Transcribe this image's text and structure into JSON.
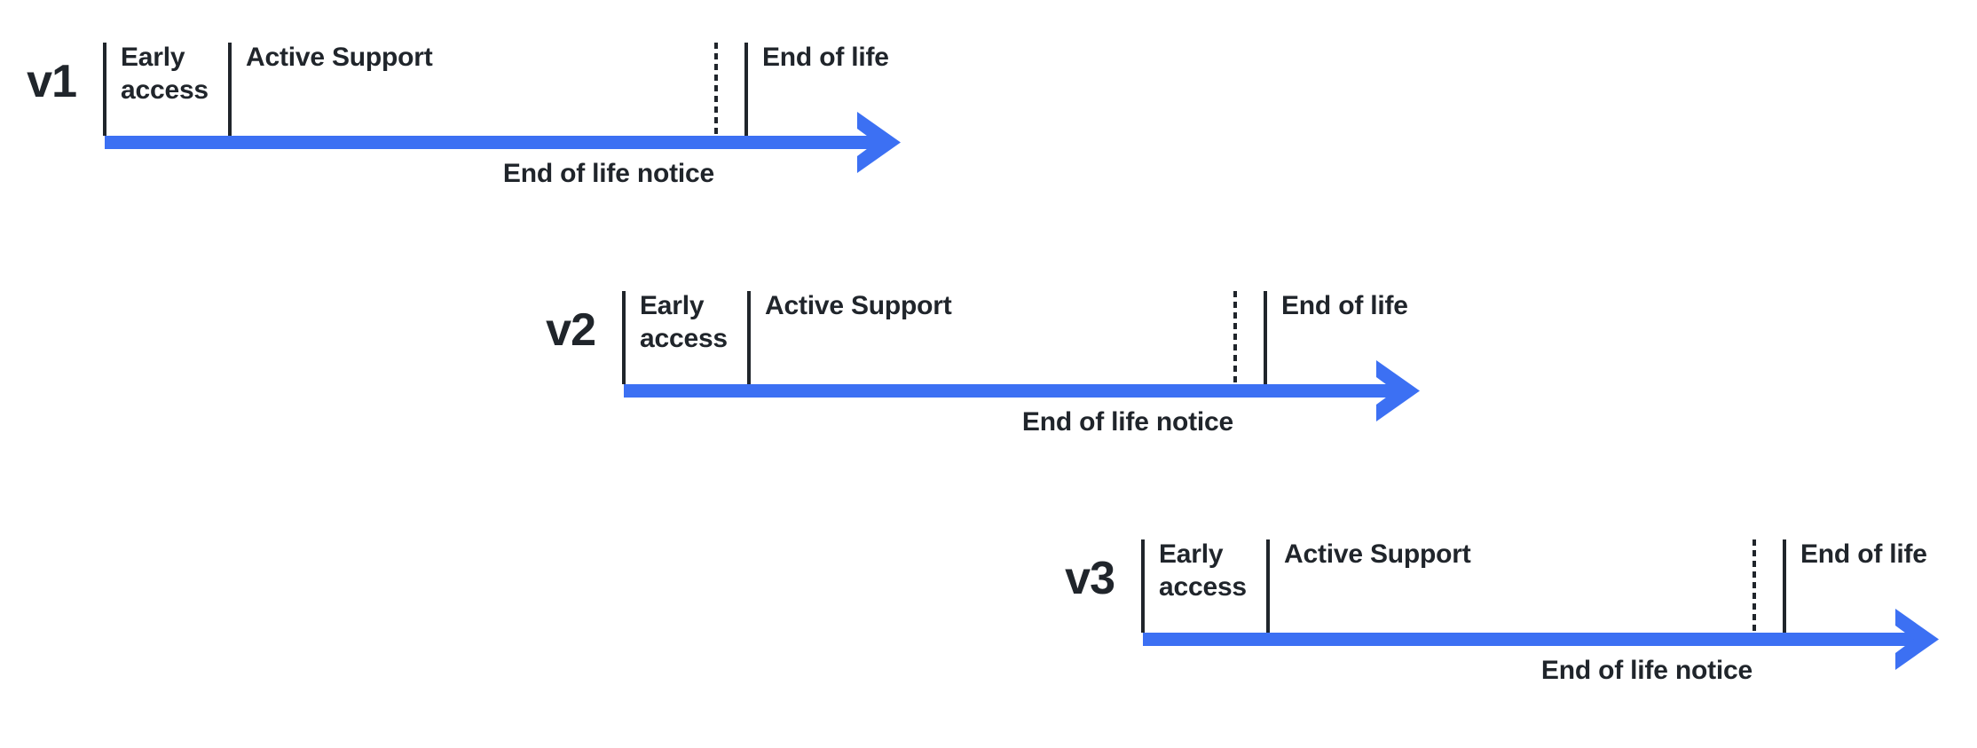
{
  "colors": {
    "accent_blue": "#3C70F3",
    "text_dark": "#20252B",
    "background": "#FFFFFF"
  },
  "timelines": [
    {
      "version": "v1",
      "phases": {
        "early_access": "Early access",
        "active_support": "Active Support",
        "end_of_life": "End of life"
      },
      "notice": "End of life notice"
    },
    {
      "version": "v2",
      "phases": {
        "early_access": "Early access",
        "active_support": "Active Support",
        "end_of_life": "End of life"
      },
      "notice": "End of life notice"
    },
    {
      "version": "v3",
      "phases": {
        "early_access": "Early access",
        "active_support": "Active Support",
        "end_of_life": "End of life"
      },
      "notice": "End of life notice"
    }
  ]
}
